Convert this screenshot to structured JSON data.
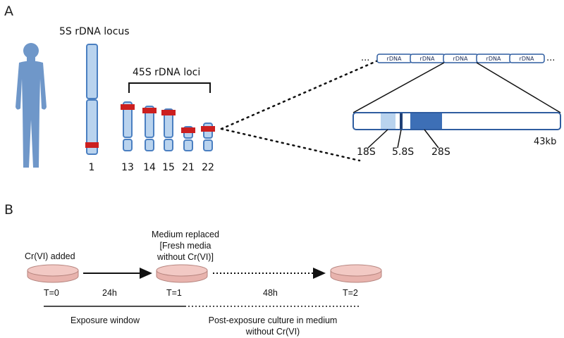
{
  "panel_a": {
    "letter": "A",
    "locus_5s_label": "5S rDNA locus",
    "loci_45s_label": "45S rDNA loci",
    "chromosomes": [
      "1",
      "13",
      "14",
      "15",
      "21",
      "22"
    ],
    "repeat_units": [
      "rDNA",
      "rDNA",
      "rDNA",
      "rDNA",
      "rDNA"
    ],
    "ellipsis": "...",
    "gene_18s": "18S",
    "gene_58s": "5.8S",
    "gene_28s": "28S",
    "repeat_size": "43kb",
    "colors": {
      "chromosome_fill": "#b9d3ee",
      "chromosome_stroke": "#4a7fc1",
      "rdna_band": "#cc1f1f",
      "human_figure": "#6f97c9",
      "gene_28s": "#3d6fb6"
    }
  },
  "panel_b": {
    "letter": "B",
    "step0_label": "Cr(VI) added",
    "step1_label_line1": "Medium replaced",
    "step1_label_line2": "[Fresh media",
    "step1_label_line3": "without Cr(VI)]",
    "t0": "T=0",
    "t1": "T=1",
    "t2": "T=2",
    "interval1": "24h",
    "interval2": "48h",
    "window1_label": "Exposure window",
    "window2_label_line1": "Post-exposure culture in medium",
    "window2_label_line2": "without Cr(VI)",
    "colors": {
      "dish_fill": "#f2c9c4",
      "dish_stroke": "#b78680"
    }
  }
}
